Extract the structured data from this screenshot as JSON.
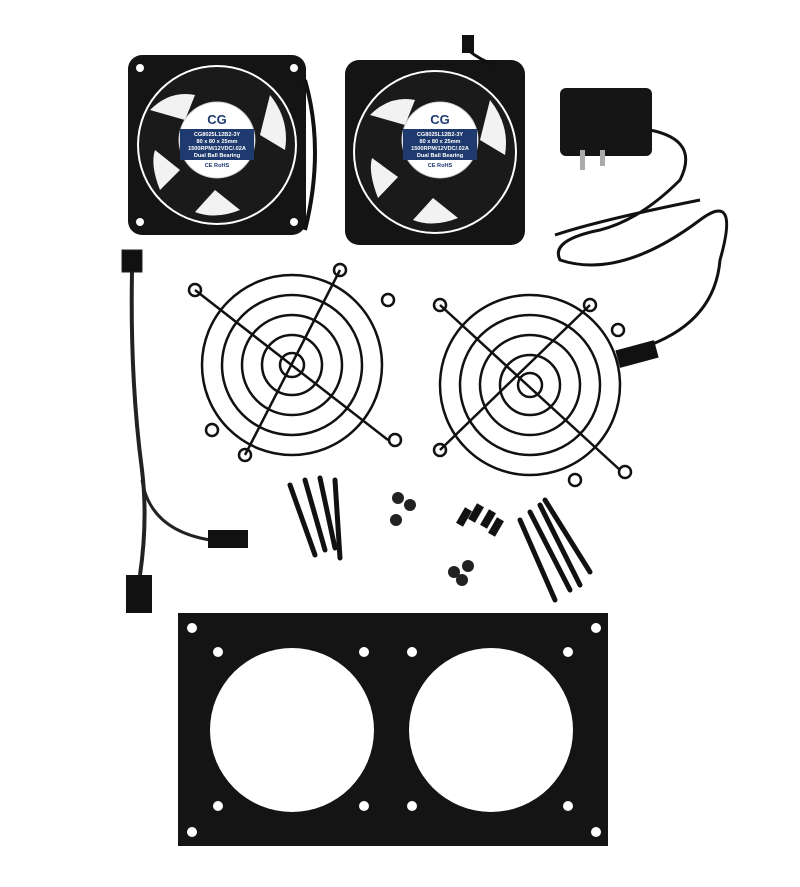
{
  "photo": {
    "background": "#ffffff",
    "item_color": "#111111",
    "label_color": "#1e3a6e",
    "fan_labels": [
      {
        "logo": "CG",
        "lines": [
          "CG8025L12B2-3Y",
          "80 x 80 x 25mm",
          "1500RPM/12VDC/.02A",
          "Dual Ball Bearing",
          "CE RoHS"
        ]
      },
      {
        "logo": "CG",
        "lines": [
          "CG8025L12B2-3Y",
          "80 x 80 x 25mm",
          "1500RPM/12VDC/.02A",
          "Dual Ball Bearing",
          "CE RoHS"
        ]
      }
    ]
  }
}
